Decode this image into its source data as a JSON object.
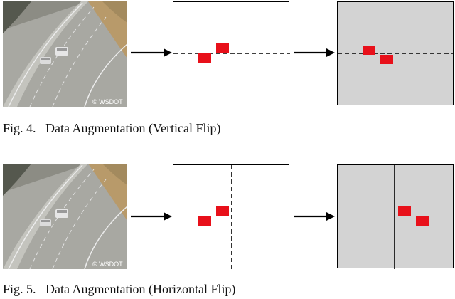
{
  "figures": [
    {
      "caption": "Fig. 4.   Data Augmentation (Vertical Flip)",
      "watermark": "© WSDOT",
      "flip_axis": "vertical"
    },
    {
      "caption": "Fig. 5.   Data Augmentation (Horizontal Flip)",
      "watermark": "© WSDOT",
      "flip_axis": "horizontal"
    }
  ],
  "colors": {
    "box_fill": "#ffffff",
    "flipped_box_fill": "#d3d3d3",
    "marker": "#e8101a",
    "axis_line": "#000000"
  }
}
